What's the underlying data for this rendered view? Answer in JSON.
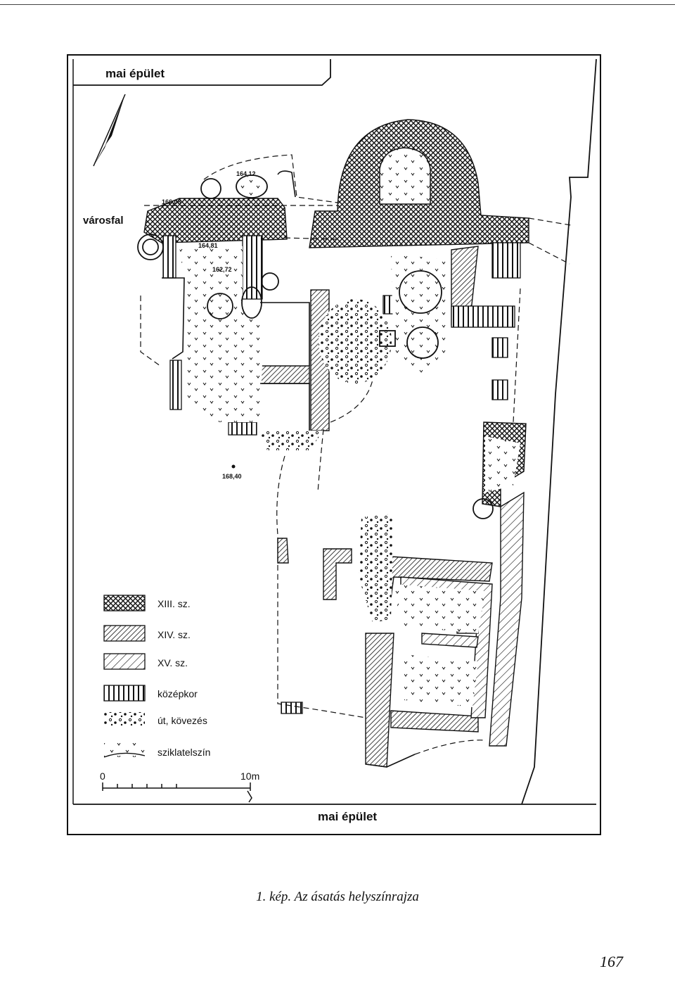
{
  "map": {
    "label_top": "mai épület",
    "label_bottom": "mai épület",
    "label_wall": "városfal",
    "elevations": [
      "164,12",
      "166,08",
      "164,81",
      "162,72",
      "168,40"
    ]
  },
  "legend": {
    "items": [
      {
        "label": "XIII. sz.",
        "pattern": "crosshatch"
      },
      {
        "label": "XIV. sz.",
        "pattern": "dense-diagonal"
      },
      {
        "label": "XV. sz.",
        "pattern": "sparse-diagonal"
      },
      {
        "label": "középkor",
        "pattern": "vertical-bars"
      },
      {
        "label": "út, kövezés",
        "pattern": "gravel"
      },
      {
        "label": "sziklatelszín",
        "pattern": "bedrock"
      }
    ]
  },
  "scale": {
    "start": "0",
    "end": "10m"
  },
  "caption": "1. kép. Az ásatás helyszínrajza",
  "page_number": "167",
  "icons": {
    "north_arrow": "north-arrow-icon"
  }
}
